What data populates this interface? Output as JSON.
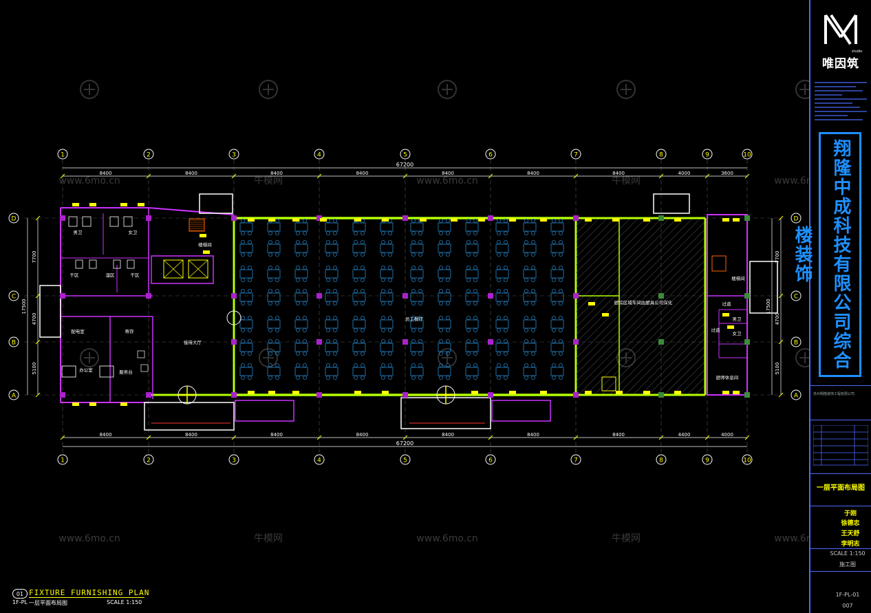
{
  "title_block": {
    "brand": "唯因筑",
    "project_name": "翔隆中成科技有限公司综合楼装饰",
    "company_small": "苏州翔隆装饰工程有限公司",
    "drawing_name": "一层平面布局图",
    "people": [
      "于刚",
      "徐德忠",
      "王天舒",
      "李明志"
    ],
    "scale": "SCALE 1:150",
    "phase": "施工图",
    "drawing_code": "1F-PL-01",
    "sheet_no": "007"
  },
  "plan_title": {
    "number": "01",
    "main": "FIXTURE FURNISHING PLAN",
    "code": "1F-PL",
    "subtitle": "一层平面布局图",
    "scale": "SCALE 1:150"
  },
  "grid": {
    "columns": [
      "1",
      "2",
      "3",
      "4",
      "5",
      "6",
      "7",
      "8",
      "9",
      "10"
    ],
    "rows": [
      "D",
      "C",
      "B",
      "A"
    ],
    "top_dims": [
      "8400",
      "8400",
      "8400",
      "8400",
      "8400",
      "8400",
      "8400",
      "4000",
      "3600"
    ],
    "bottom_dims": [
      "8400",
      "8400",
      "8400",
      "8400",
      "8400",
      "8400",
      "8400",
      "4400",
      "4000"
    ],
    "overall": "67200",
    "left_overall": "17500",
    "left_dims": [
      "7700",
      "4700",
      "5100"
    ],
    "right_overall": "17500",
    "right_dims": [
      "7700",
      "4700",
      "5100"
    ]
  },
  "rooms": [
    "男卫",
    "女卫",
    "干区",
    "湿区",
    "干区",
    "楼梯间",
    "配电室",
    "寄存",
    "办公室",
    "服务台",
    "接待大厅",
    "员工餐厅",
    "厨房区域车间由厨具公司深化",
    "楼梯间",
    "过道",
    "男卫",
    "女卫",
    "过道",
    "厨师休息间"
  ],
  "watermarks": [
    "www.6mo.cn",
    "牛模网"
  ],
  "colors": {
    "background": "#000000",
    "wall": "#b6ff00",
    "grid": "#ffffff",
    "column": "#aa22cc",
    "partition": "#cc33ff",
    "furniture": "#1e6fa8",
    "highlight": "#ffff00",
    "accent_blue": "#1e90ff"
  }
}
